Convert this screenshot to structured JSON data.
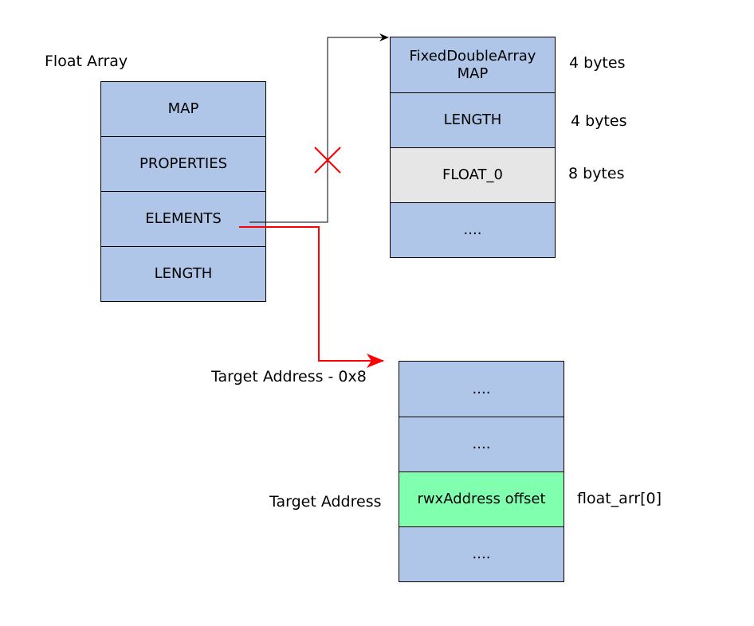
{
  "float_array": {
    "title": "Float Array",
    "cells": [
      "MAP",
      "PROPERTIES",
      "ELEMENTS",
      "LENGTH"
    ]
  },
  "fixed_double_array": {
    "cells": [
      "FixedDoubleArray\nMAP",
      "LENGTH",
      "FLOAT_0",
      "...."
    ],
    "sizes": [
      "4 bytes",
      "4 bytes",
      "8 bytes"
    ]
  },
  "target_memory": {
    "cells": [
      "....",
      "....",
      "rwxAddress offset",
      "...."
    ],
    "labels": {
      "target_minus_8": "Target Address - 0x8",
      "target": "Target Address",
      "float_arr0": "float_arr[0]"
    }
  },
  "colors": {
    "cell_blue": "#b0c6e8",
    "cell_gray": "#e6e6e6",
    "cell_green": "#80ffaf",
    "redirect_arrow": "#ff0000",
    "original_arrow": "#000000"
  }
}
